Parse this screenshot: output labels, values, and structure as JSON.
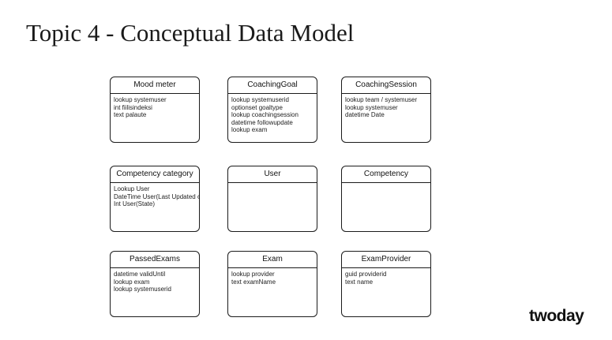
{
  "slide": {
    "title": "Topic 4 - Conceptual Data Model",
    "logo": "twoday"
  },
  "entities": [
    {
      "name": "Mood meter",
      "attributes": [
        "lookup systemuser",
        "int fiilisindeksi",
        "text palaute"
      ]
    },
    {
      "name": "CoachingGoal",
      "attributes": [
        "lookup systemuserid",
        "optionset goaltype",
        "lookup coachingsession",
        "datetime followupdate",
        "lookup exam"
      ]
    },
    {
      "name": "CoachingSession",
      "attributes": [
        "lookup team / systemuser",
        "lookup systemuser",
        "datetime Date"
      ]
    },
    {
      "name": "Competency category",
      "attributes": [
        "Lookup User",
        "DateTime User(Last Updated on)",
        "Int User(State)"
      ]
    },
    {
      "name": "User",
      "attributes": []
    },
    {
      "name": "Competency",
      "attributes": []
    },
    {
      "name": "PassedExams",
      "attributes": [
        "datetime validUntil",
        "lookup exam",
        "lookup systemuserid"
      ]
    },
    {
      "name": "Exam",
      "attributes": [
        "lookup provider",
        "text examName"
      ]
    },
    {
      "name": "ExamProvider",
      "attributes": [
        "guid providerid",
        "text name"
      ]
    }
  ]
}
